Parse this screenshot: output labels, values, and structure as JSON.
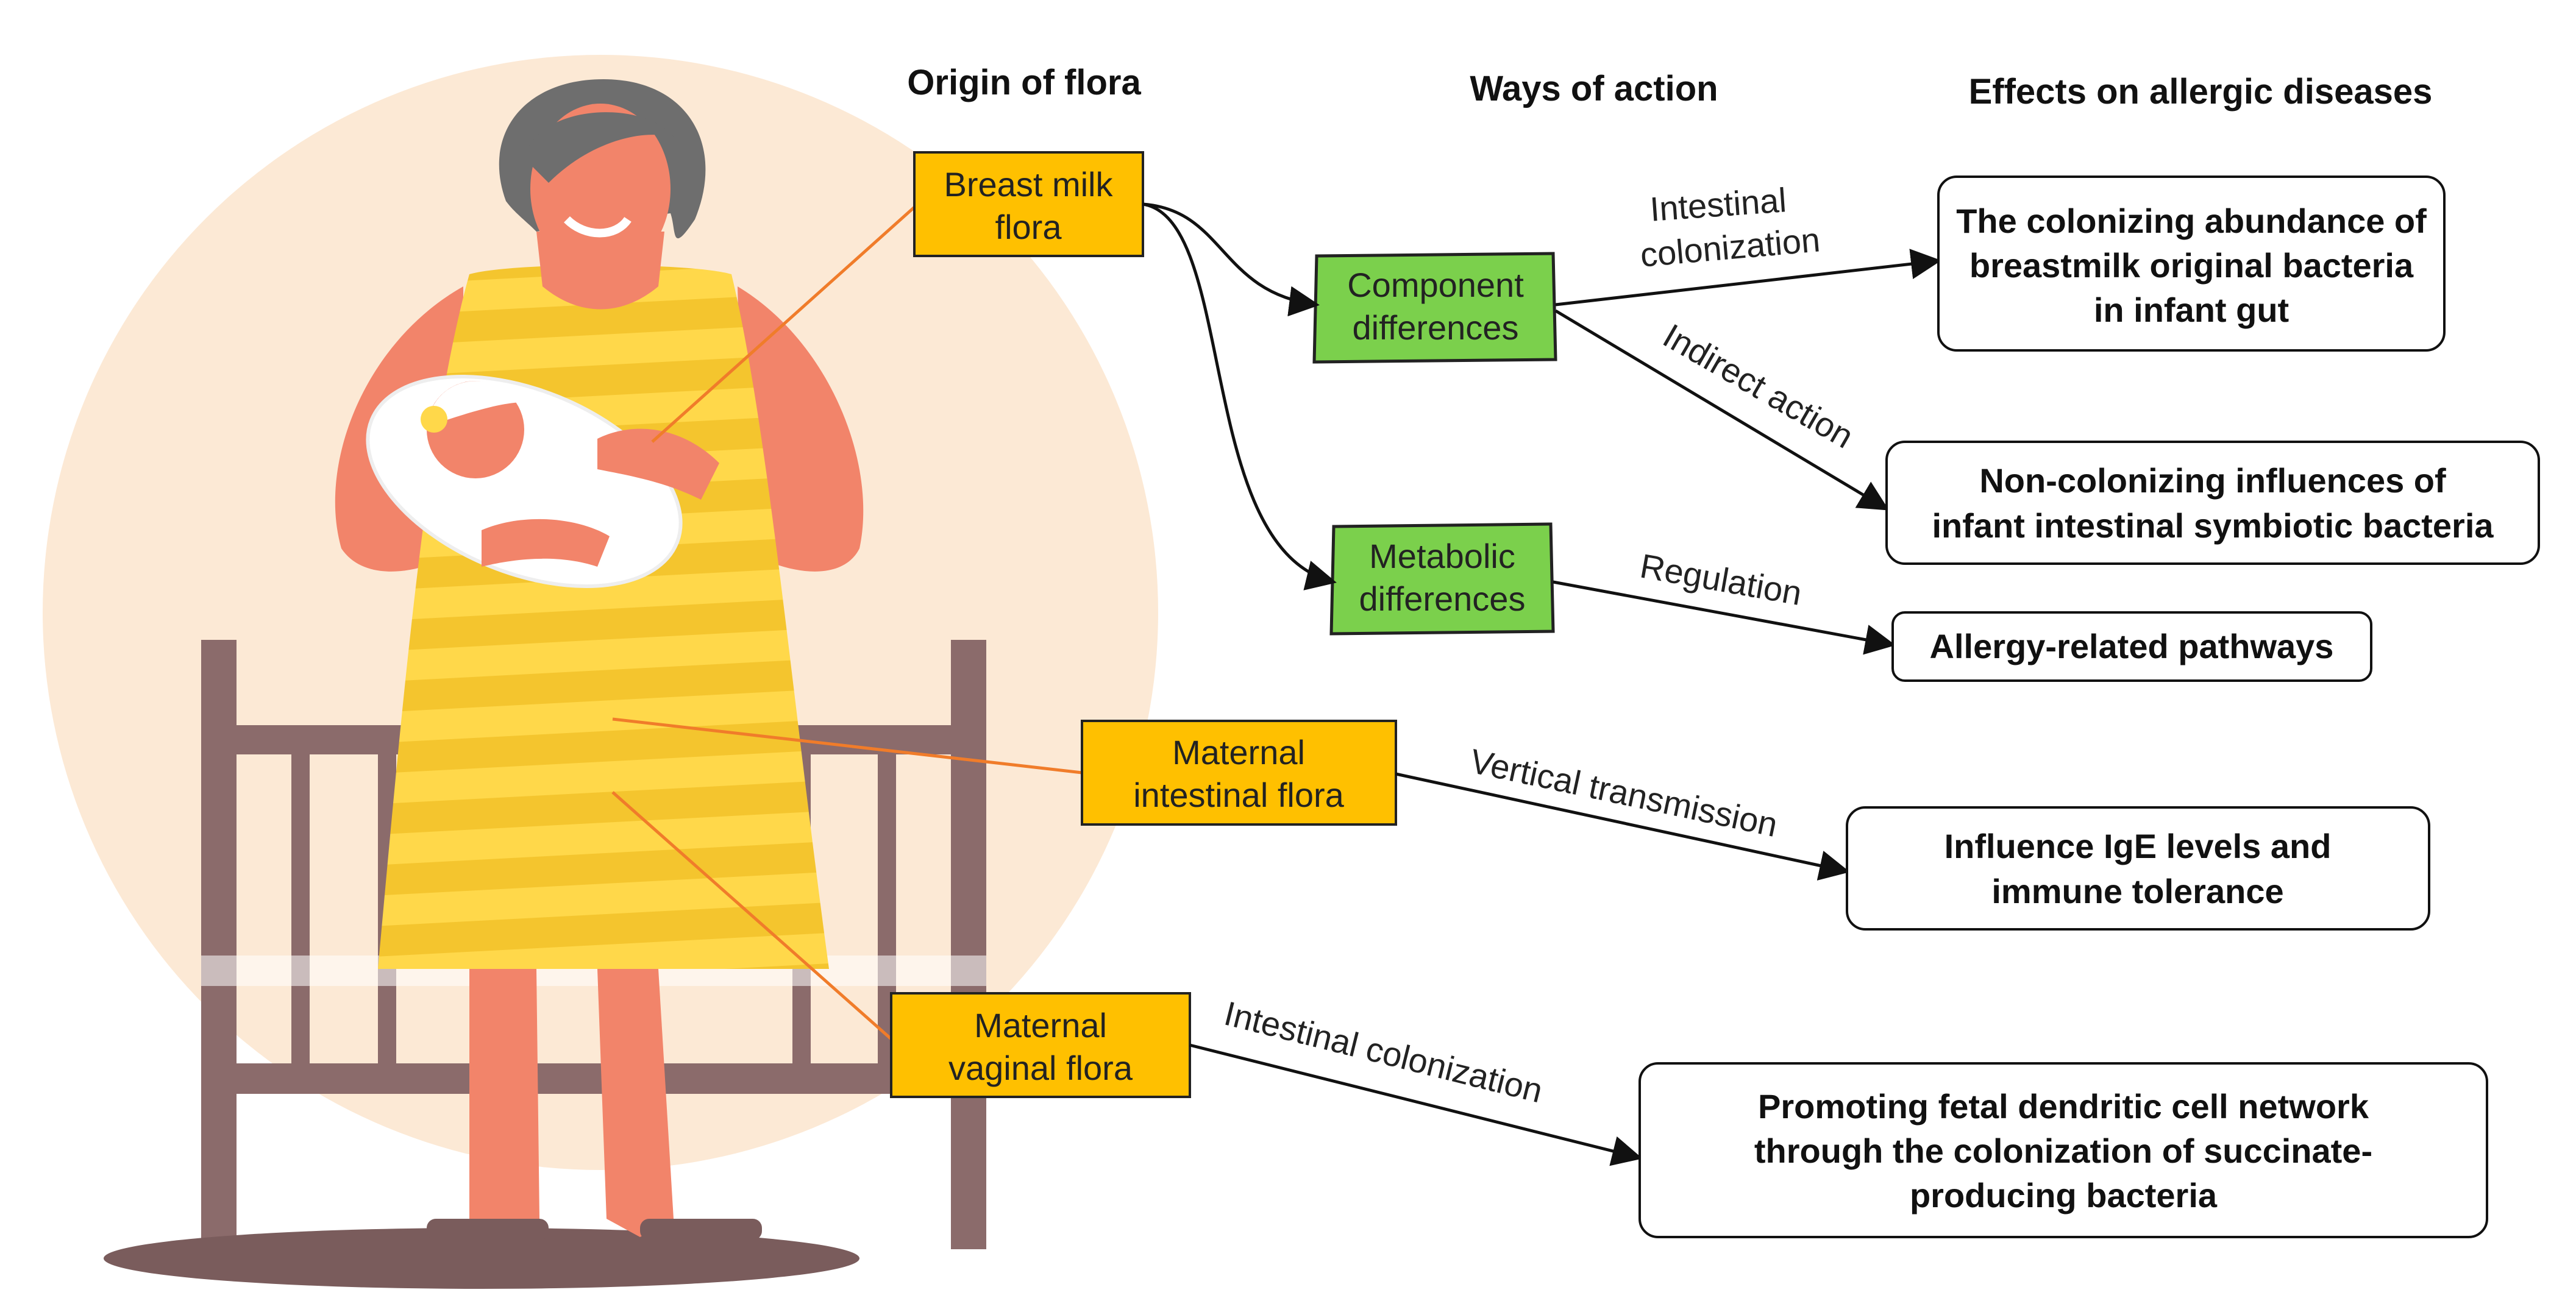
{
  "headers": {
    "origin": "Origin of flora",
    "ways": "Ways of action",
    "effects": "Effects on allergic diseases"
  },
  "sources": {
    "breast_milk": [
      "Breast milk",
      "flora"
    ],
    "maternal_intestinal": [
      "Maternal",
      "intestinal flora"
    ],
    "maternal_vaginal": [
      "Maternal",
      "vaginal flora"
    ]
  },
  "mechanisms": {
    "component": [
      "Component",
      "differences"
    ],
    "metabolic": [
      "Metabolic",
      "differences"
    ]
  },
  "edge_labels": {
    "intestinal_colonization_1": [
      "Intestinal",
      "colonization"
    ],
    "indirect_action": "Indirect action",
    "regulation": "Regulation",
    "vertical_transmission": "Vertical transmission",
    "intestinal_colonization_2": "Intestinal colonization"
  },
  "effects": {
    "colonizing_abundance": [
      "The colonizing abundance of",
      "breastmilk original bacteria",
      "in infant gut"
    ],
    "non_colonizing": [
      "Non-colonizing influences of",
      "infant intestinal symbiotic bacteria"
    ],
    "allergy_pathways": [
      "Allergy-related pathways"
    ],
    "ige_levels": [
      "Influence IgE levels and",
      "immune tolerance"
    ],
    "dendritic_network": [
      "Promoting fetal dendritic cell network",
      "through the colonization of succinate-",
      "producing bacteria"
    ]
  },
  "colors": {
    "source_box": "#FFC000",
    "mechanism_box": "#7BD04C",
    "connector_orange": "#F07C2A",
    "backdrop_circle": "#FCE9D5",
    "dress_yellow": "#FFD84A",
    "dress_stripe": "#F4C52E",
    "skin": "#F2846A",
    "hair": "#6E6E6E",
    "crib": "#8B6B6B"
  }
}
